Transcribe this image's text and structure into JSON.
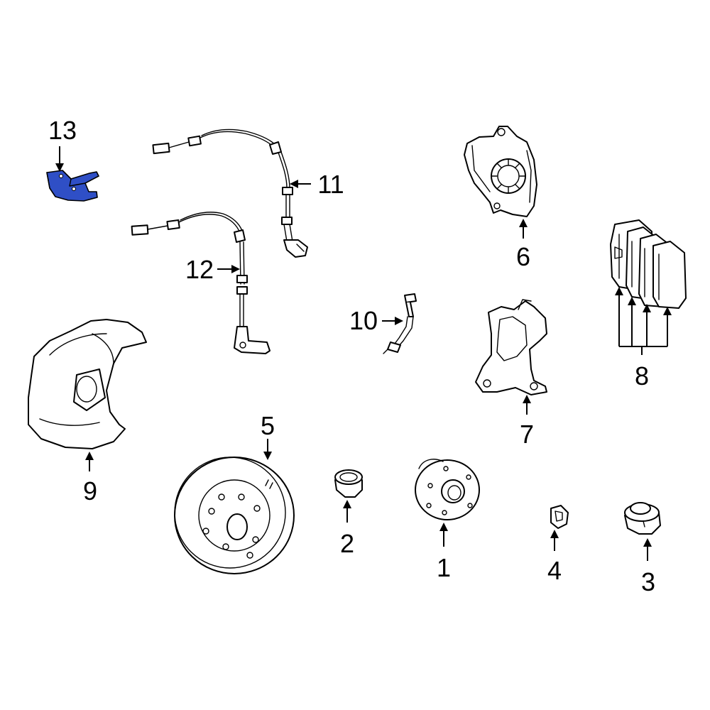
{
  "callouts": {
    "c1": "1",
    "c2": "2",
    "c3": "3",
    "c4": "4",
    "c5": "5",
    "c6": "6",
    "c7": "7",
    "c8": "8",
    "c9": "9",
    "c10": "10",
    "c11": "11",
    "c12": "12",
    "c13": "13"
  },
  "colors": {
    "highlight": "#2f4fc6",
    "line": "#000000",
    "background": "#ffffff"
  }
}
